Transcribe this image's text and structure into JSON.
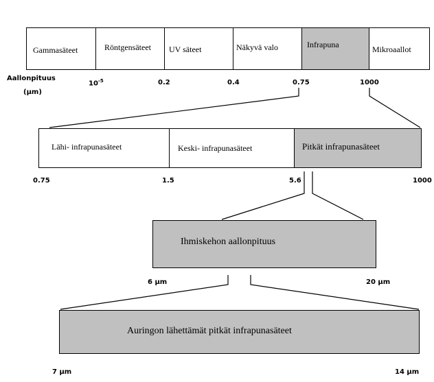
{
  "axis_label_line1": "Aallonpituus",
  "axis_label_line2": "(µm)",
  "spectrum": {
    "bands": [
      "Gammasäteet",
      "Röntgensäteet",
      "UV säteet",
      "Näkyvä valo",
      "Infrapuna",
      "Mikroaallot"
    ],
    "highlighted_band": "Infrapuna",
    "ticks": {
      "t1_base": "10",
      "t1_exp": "-5",
      "t2": "0.2",
      "t3": "0.4",
      "t4": "0.75",
      "t5": "1000"
    }
  },
  "infrared": {
    "bands": [
      "Lähi- infrapunasäteet",
      "Keski- infrapunasäteet",
      "Pitkät infrapunasäteet"
    ],
    "highlighted_band": "Pitkät infrapunasäteet",
    "ticks": [
      "0.75",
      "1.5",
      "5.6",
      "1000"
    ]
  },
  "human": {
    "label": "Ihmiskehon aallonpituus",
    "tick_left": "6 µm",
    "tick_right": "20 µm"
  },
  "sun": {
    "label": "Auringon lähettämät pitkät infrapunasäteet",
    "tick_left": "7 µm",
    "tick_right": "14 µm"
  },
  "colors": {
    "highlight_fill": "#c0c0c0",
    "line": "#000000"
  }
}
